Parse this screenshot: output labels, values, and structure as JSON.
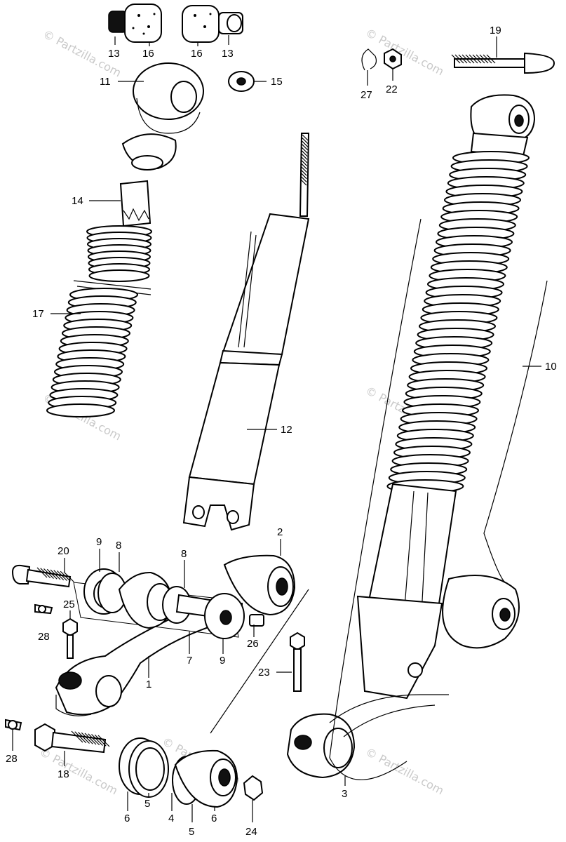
{
  "watermarks": [
    "© Partzilla.com",
    "© Partzilla.com",
    "© Partzilla.com",
    "© Partzilla.com",
    "© Partzilla.com",
    "© Partzilla.com",
    "© Partzilla.com"
  ],
  "callouts": [
    {
      "id": "c13a",
      "text": "13"
    },
    {
      "id": "c16a",
      "text": "16"
    },
    {
      "id": "c16b",
      "text": "16"
    },
    {
      "id": "c13b",
      "text": "13"
    },
    {
      "id": "c11",
      "text": "11"
    },
    {
      "id": "c15",
      "text": "15"
    },
    {
      "id": "c27",
      "text": "27"
    },
    {
      "id": "c22",
      "text": "22"
    },
    {
      "id": "c19",
      "text": "19"
    },
    {
      "id": "c14",
      "text": "14"
    },
    {
      "id": "c17",
      "text": "17"
    },
    {
      "id": "c12",
      "text": "12"
    },
    {
      "id": "c10",
      "text": "10"
    },
    {
      "id": "c20",
      "text": "20"
    },
    {
      "id": "c9a",
      "text": "9"
    },
    {
      "id": "c8a",
      "text": "8"
    },
    {
      "id": "c8b",
      "text": "8"
    },
    {
      "id": "c2",
      "text": "2"
    },
    {
      "id": "c25",
      "text": "25"
    },
    {
      "id": "c28a",
      "text": "28"
    },
    {
      "id": "c7",
      "text": "7"
    },
    {
      "id": "c9b",
      "text": "9"
    },
    {
      "id": "c26",
      "text": "26"
    },
    {
      "id": "c1",
      "text": "1"
    },
    {
      "id": "c23",
      "text": "23"
    },
    {
      "id": "c28b",
      "text": "28"
    },
    {
      "id": "c18",
      "text": "18"
    },
    {
      "id": "c6a",
      "text": "6"
    },
    {
      "id": "c5a",
      "text": "5"
    },
    {
      "id": "c4",
      "text": "4"
    },
    {
      "id": "c5b",
      "text": "5"
    },
    {
      "id": "c6b",
      "text": "6"
    },
    {
      "id": "c24",
      "text": "24"
    },
    {
      "id": "c3",
      "text": "3"
    }
  ]
}
